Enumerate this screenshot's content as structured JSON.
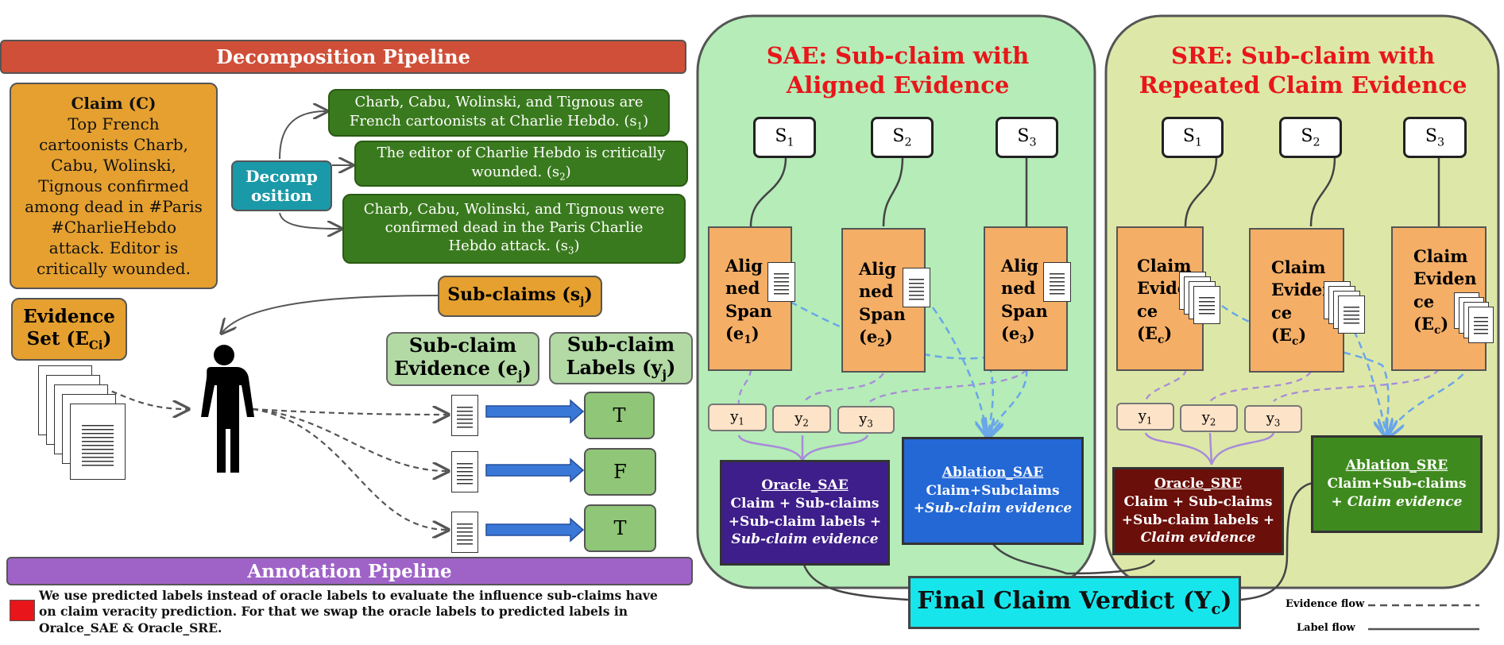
{
  "decomposition": {
    "banner": "Decomposition Pipeline",
    "claim_title": "Claim (C)",
    "claim_text": "Top French cartoonists Charb, Cabu, Wolinski, Tignous confirmed among dead in #Paris #CharlieHebdo attack. Editor is critically wounded.",
    "decomp_label": "Decomp osition",
    "subclaims": [
      {
        "text": "Charb, Cabu, Wolinski, and Tignous are French cartoonists at Charlie Hebdo. (s",
        "sub": "1",
        "close": ")"
      },
      {
        "text": "The editor of Charlie Hebdo is critically wounded. (s",
        "sub": "2",
        "close": ")"
      },
      {
        "text": "Charb, Cabu, Wolinski, and Tignous were confirmed dead in the Paris Charlie Hebdo attack. (s",
        "sub": "3",
        "close": ")"
      }
    ]
  },
  "annotation": {
    "subclaims_label": "Sub-claims (s",
    "subclaims_sub": "j",
    "subclaims_close": ")",
    "evidence_set": "Evidence Set (E",
    "evidence_set_sub": "Ci",
    "evidence_set_close": ")",
    "subclaim_evidence": "Sub-claim Evidence (e",
    "subclaim_evidence_sub": "j",
    "subclaim_evidence_close": ")",
    "subclaim_labels": "Sub-claim Labels (y",
    "subclaim_labels_sub": "j",
    "subclaim_labels_close": ")",
    "labels": [
      "T",
      "F",
      "T"
    ],
    "banner": "Annotation Pipeline"
  },
  "note": "We use predicted labels instead of oracle labels to evaluate the influence sub-claims have on claim veracity prediction. For that we swap the oracle labels to predicted labels in Oralce_SAE & Oracle_SRE.",
  "colors": {
    "accent_red": "#e8161a",
    "sae_panel": "#b5ecb8",
    "sre_panel": "#dde8a8",
    "verdict": "#16e6ec"
  },
  "sae": {
    "title_line1": "SAE: Sub-claim with",
    "title_line2": "Aligned Evidence",
    "spans": [
      {
        "s": "S",
        "s_sub": "1",
        "text": "Alig ned Span (e",
        "e_sub": "1"
      },
      {
        "s": "S",
        "s_sub": "2",
        "text": "Alig ned Span (e",
        "e_sub": "2"
      },
      {
        "s": "S",
        "s_sub": "3",
        "text": "Alig ned Span (e",
        "e_sub": "3"
      }
    ],
    "y_labels": [
      {
        "y": "y",
        "sub": "1"
      },
      {
        "y": "y",
        "sub": "2"
      },
      {
        "y": "y",
        "sub": "3"
      }
    ],
    "oracle_title": "Oracle_SAE",
    "oracle_lines": [
      "Claim + Sub-claims",
      "+Sub-claim labels +"
    ],
    "oracle_italic": "Sub-claim evidence",
    "ablation_title": "Ablation_SAE",
    "ablation_line": "Claim+Subclaims",
    "ablation_italic": "+Sub-claim evidence"
  },
  "sre": {
    "title_line1": "SRE: Sub-claim with",
    "title_line2": "Repeated Claim Evidence",
    "spans": [
      {
        "s": "S",
        "s_sub": "1",
        "text": "Claim Evide ce (E",
        "e_sub": "c"
      },
      {
        "s": "S",
        "s_sub": "2",
        "text": "Claim Eviden ce (E",
        "e_sub": "c"
      },
      {
        "s": "S",
        "s_sub": "3",
        "text": "Claim Eviden ce (E",
        "e_sub": "c"
      }
    ],
    "y_labels": [
      {
        "y": "y",
        "sub": "1"
      },
      {
        "y": "y",
        "sub": "2"
      },
      {
        "y": "y",
        "sub": "3"
      }
    ],
    "oracle_title": "Oracle_SRE",
    "oracle_lines": [
      "Claim + Sub-claims",
      "+Sub-claim labels +"
    ],
    "oracle_italic": "Claim evidence",
    "ablation_title": "Ablation_SRE",
    "ablation_line": "Claim+Sub-claims",
    "ablation_italic": "+ Claim evidence"
  },
  "verdict": {
    "text": "Final Claim Verdict (Y",
    "sub": "c",
    "close": ")"
  },
  "legend": {
    "evidence_flow": "Evidence flow",
    "label_flow": "Label flow"
  }
}
